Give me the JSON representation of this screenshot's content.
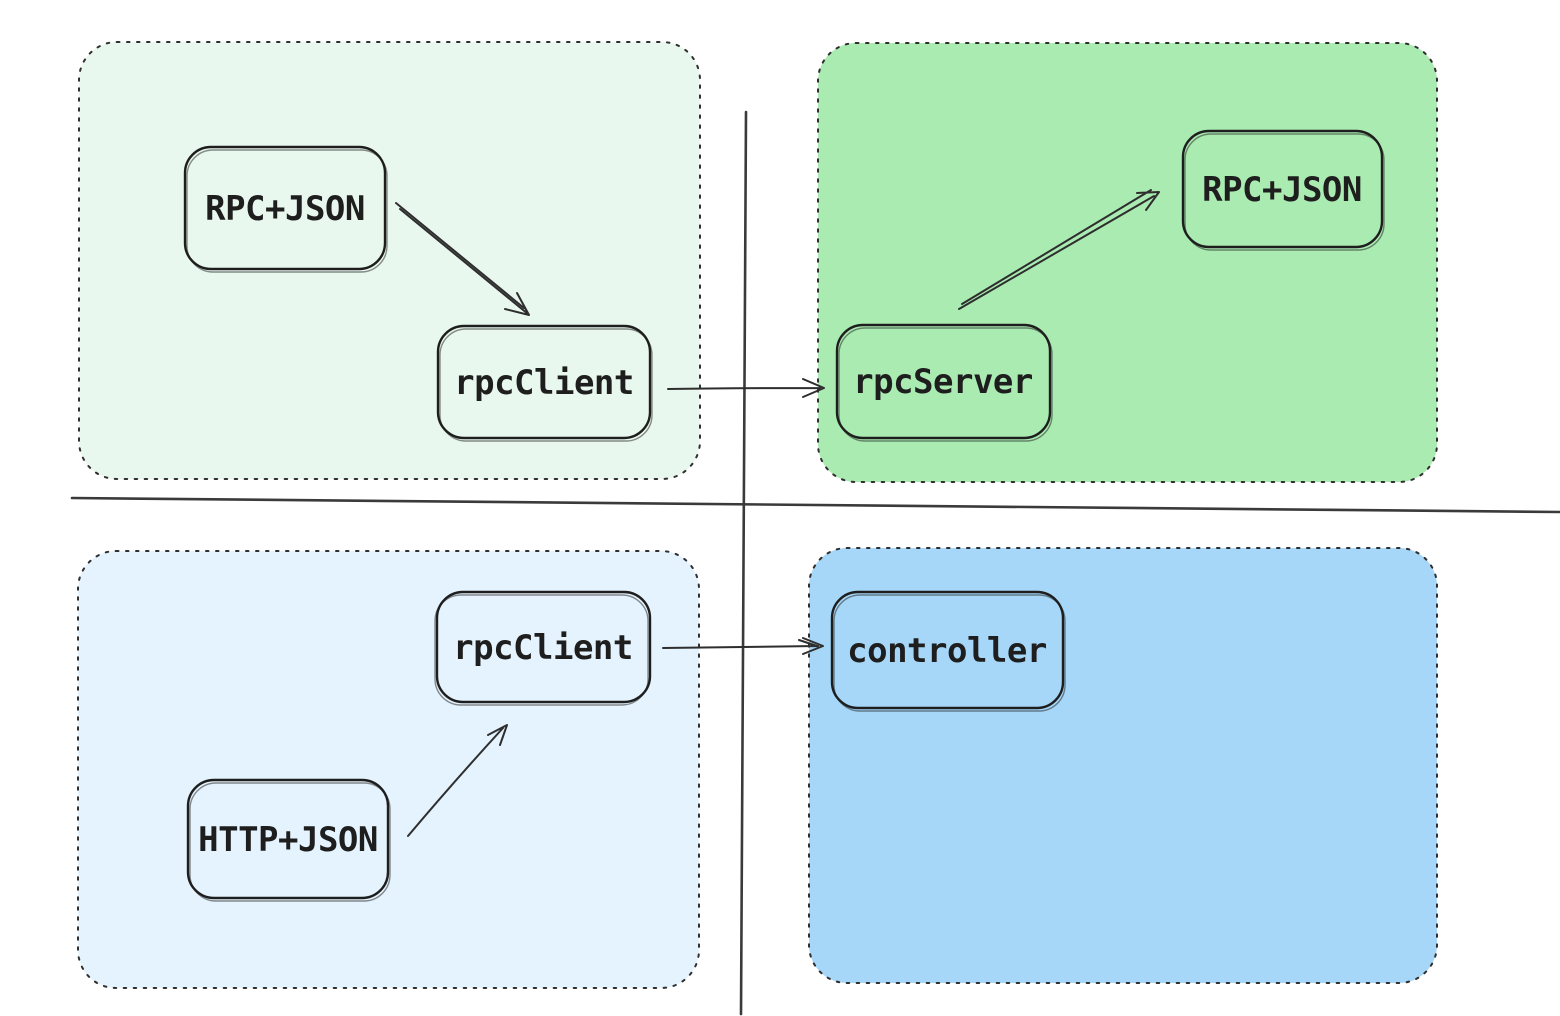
{
  "diagram": {
    "title": "",
    "style": "hand-drawn sketch, four quadrants split by axis lines",
    "quadrants": [
      {
        "id": "top-left",
        "fill_key": "quadrant_top_left",
        "node_labels": [
          "RPC+JSON",
          "rpcClient"
        ]
      },
      {
        "id": "top-right",
        "fill_key": "quadrant_top_right",
        "node_labels": [
          "rpcServer",
          "RPC+JSON"
        ]
      },
      {
        "id": "bottom-left",
        "fill_key": "quadrant_bottom_left",
        "node_labels": [
          "rpcClient",
          "HTTP+JSON"
        ]
      },
      {
        "id": "bottom-right",
        "fill_key": "quadrant_bottom_right",
        "node_labels": [
          "controller"
        ]
      }
    ],
    "edges": [
      {
        "from": "RPC+JSON",
        "to": "rpcClient",
        "location": "top-left quadrant"
      },
      {
        "from": "rpcClient",
        "to": "rpcServer",
        "location": "top-left to top-right, crossing vertical axis"
      },
      {
        "from": "rpcServer",
        "to": "RPC+JSON",
        "location": "top-right quadrant"
      },
      {
        "from": "HTTP+JSON",
        "to": "rpcClient",
        "location": "bottom-left quadrant"
      },
      {
        "from": "rpcClient",
        "to": "controller",
        "location": "bottom-left to bottom-right, crossing vertical axis"
      }
    ]
  },
  "nodes": {
    "tl_rpc_json": {
      "label": "RPC+JSON"
    },
    "tl_rpc_client": {
      "label": "rpcClient"
    },
    "tr_rpc_server": {
      "label": "rpcServer"
    },
    "tr_rpc_json": {
      "label": "RPC+JSON"
    },
    "bl_rpc_client": {
      "label": "rpcClient"
    },
    "bl_http_json": {
      "label": "HTTP+JSON"
    },
    "br_controller": {
      "label": "controller"
    }
  },
  "colors": {
    "quadrant_top_left": "#e9f8ee",
    "quadrant_top_right": "#aaebb2",
    "quadrant_bottom_left": "#e4f3fd",
    "quadrant_bottom_right": "#a6d7f8",
    "node_stroke": "#1e1e1e",
    "quadrant_border": "#2f2f2f",
    "axis_stroke": "#3a3a3a",
    "arrow_stroke": "#2e2e2e",
    "text": "#1e1e1e",
    "background": "#ffffff"
  }
}
